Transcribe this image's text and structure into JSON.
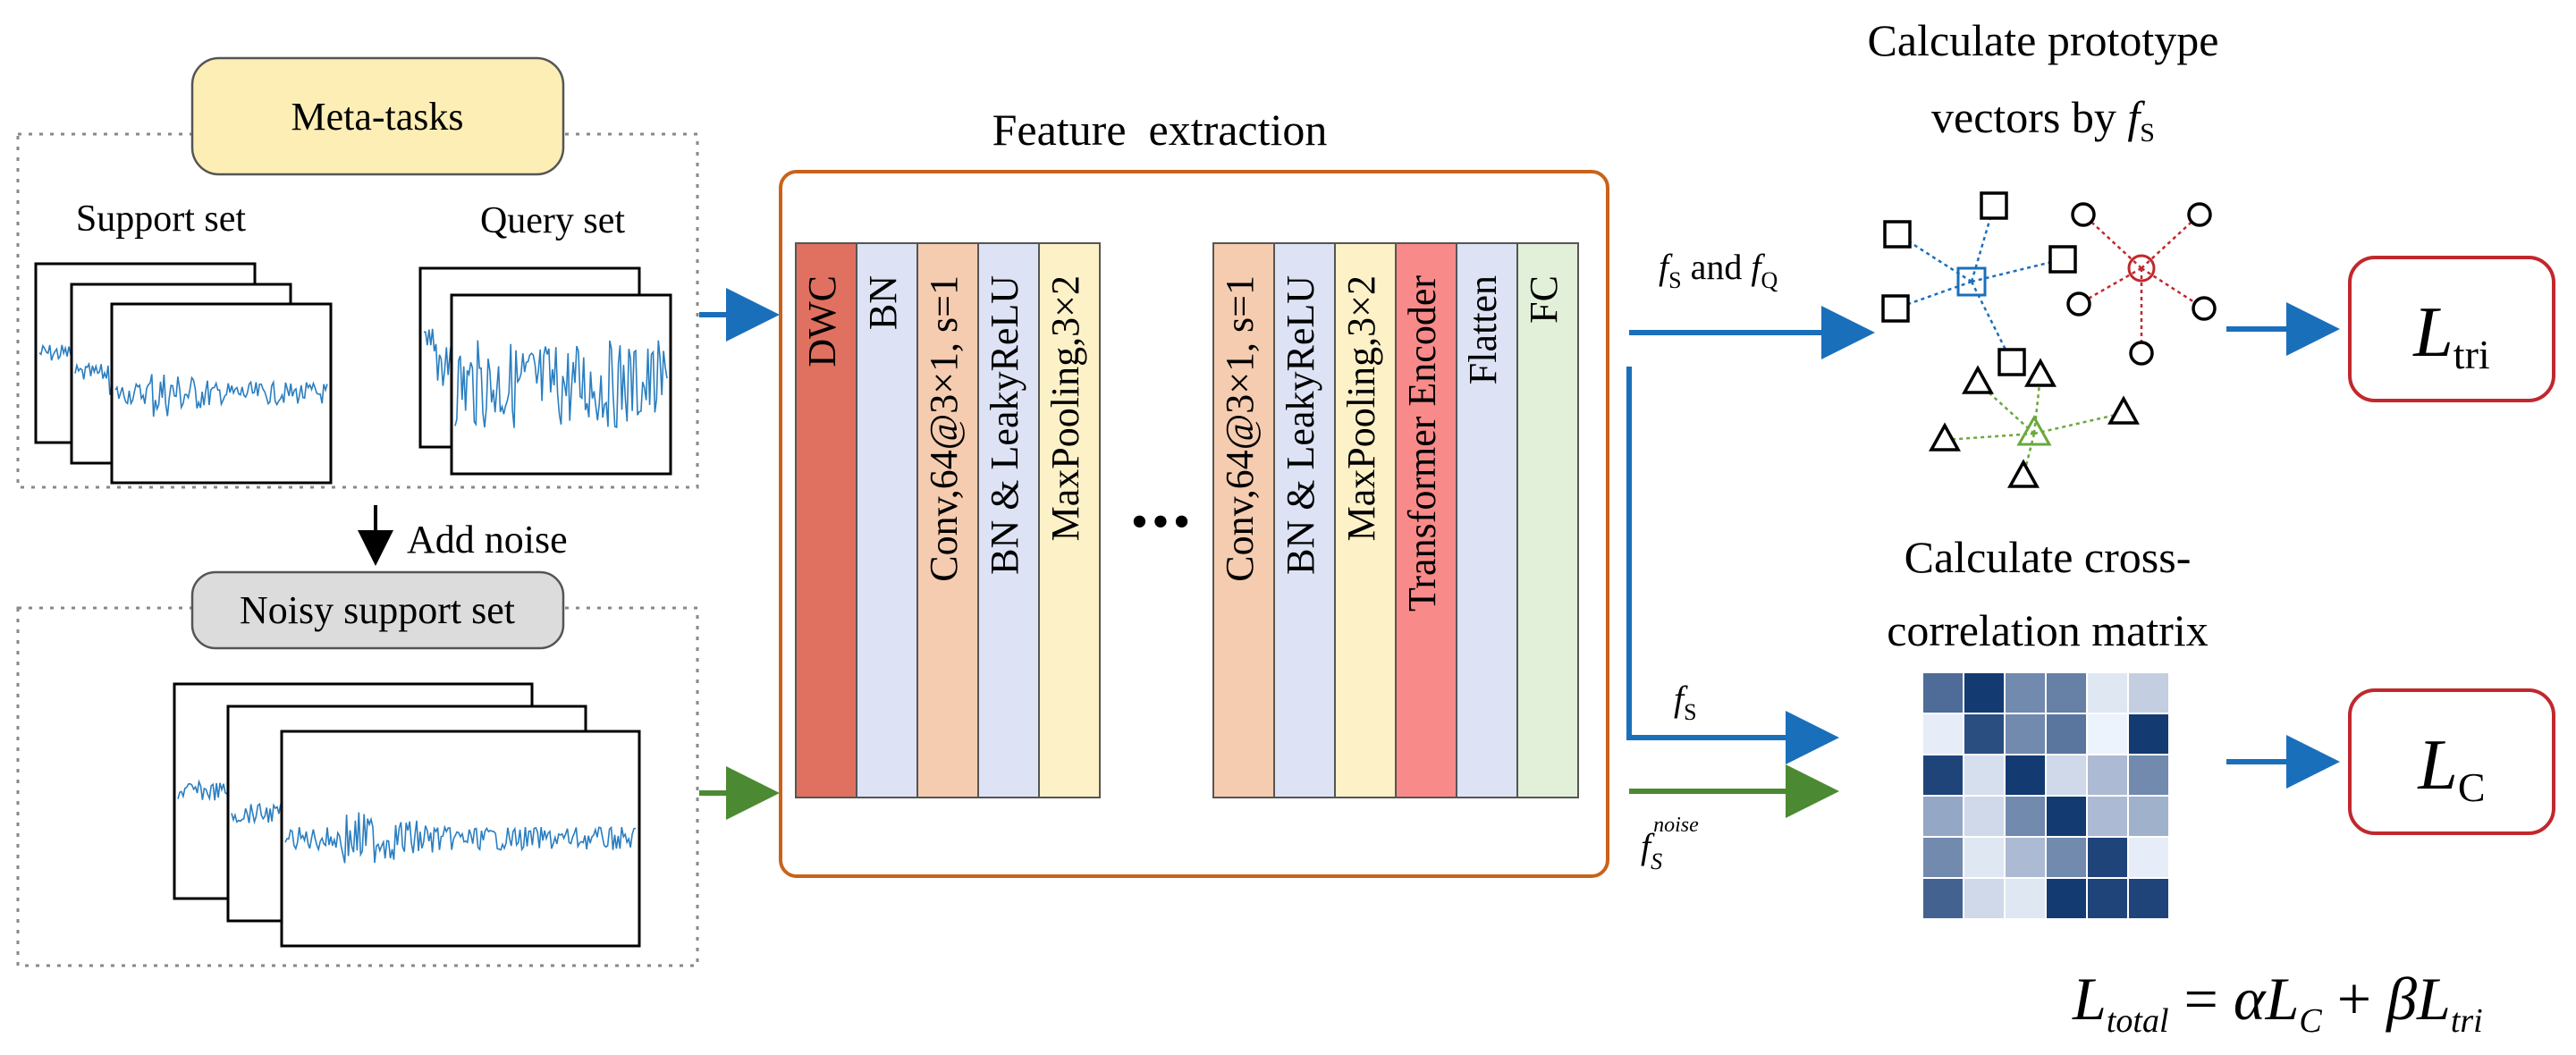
{
  "meta_tasks": {
    "title": "Meta-tasks",
    "support_label": "Support set",
    "query_label": "Query set"
  },
  "add_noise": "Add noise",
  "noisy": {
    "title": "Noisy support set"
  },
  "feature_extraction": {
    "title": "Feature  extraction",
    "ellipsis": "•••",
    "left_layers": [
      {
        "label": "DWC",
        "color": "#e07060"
      },
      {
        "label": "BN",
        "color": "#dde2f4"
      },
      {
        "label": "Conv,64@3×1, s=1",
        "color": "#f5ccb0"
      },
      {
        "label": "BN & LeakyReLU",
        "color": "#dde2f4"
      },
      {
        "label": "MaxPooling,3×2",
        "color": "#fdf1c8"
      }
    ],
    "right_layers": [
      {
        "label": "Conv,64@3×1, s=1",
        "color": "#f5ccb0"
      },
      {
        "label": "BN & LeakyReLU",
        "color": "#dde2f4"
      },
      {
        "label": "MaxPooling,3×2",
        "color": "#fdf1c8"
      },
      {
        "label": "Transformer Encoder",
        "color": "#f98a8a"
      },
      {
        "label": "Flatten",
        "color": "#dde2f4"
      },
      {
        "label": "FC",
        "color": "#e3f0d9"
      }
    ]
  },
  "arrow_labels": {
    "fs": "f",
    "fs_sub": "S",
    "and_text": " and ",
    "fq": "f",
    "fq_sub": "Q",
    "fs2": "f",
    "fs2_sub": "S",
    "fnoise": "f",
    "fnoise_sub": "S",
    "fnoise_sup": "noise"
  },
  "prototype": {
    "title_line1": "Calculate prototype",
    "title_line2": "vectors by ",
    "title_f": "f",
    "title_sub": "S"
  },
  "cross_corr": {
    "title_line1": "Calculate cross-",
    "title_line2": "correlation matrix",
    "matrix": [
      [
        0.7,
        0.95,
        0.55,
        0.6,
        0.08,
        0.2
      ],
      [
        0.05,
        0.85,
        0.55,
        0.65,
        0.02,
        0.95
      ],
      [
        0.9,
        0.12,
        0.95,
        0.15,
        0.3,
        0.55
      ],
      [
        0.4,
        0.15,
        0.55,
        0.95,
        0.3,
        0.35
      ],
      [
        0.55,
        0.08,
        0.3,
        0.55,
        0.9,
        0.05
      ],
      [
        0.75,
        0.15,
        0.08,
        0.95,
        0.9,
        0.9
      ]
    ]
  },
  "losses": {
    "tri": {
      "main": "L",
      "sub": "tri"
    },
    "c": {
      "main": "L",
      "sub": "C"
    }
  },
  "total_loss": {
    "lhs": "L",
    "lhs_sub": "total",
    "eq": " = ",
    "alpha": "α",
    "lc": "L",
    "lc_sub": "C",
    "plus": " + ",
    "beta": "β",
    "lt": "L",
    "lt_sub": "tri"
  },
  "colors": {
    "blue_arrow": "#1a6fbb",
    "green_arrow": "#4b8a32",
    "orange_border": "#c8631a",
    "red_border": "#c0282d",
    "signal": "#2a7ec0",
    "meta_fill": "#fdeeb6",
    "noisy_fill": "#dcdcdc",
    "cluster_blue": "#1a6fbb",
    "cluster_red": "#c0282d",
    "cluster_green": "#6aa83c"
  }
}
